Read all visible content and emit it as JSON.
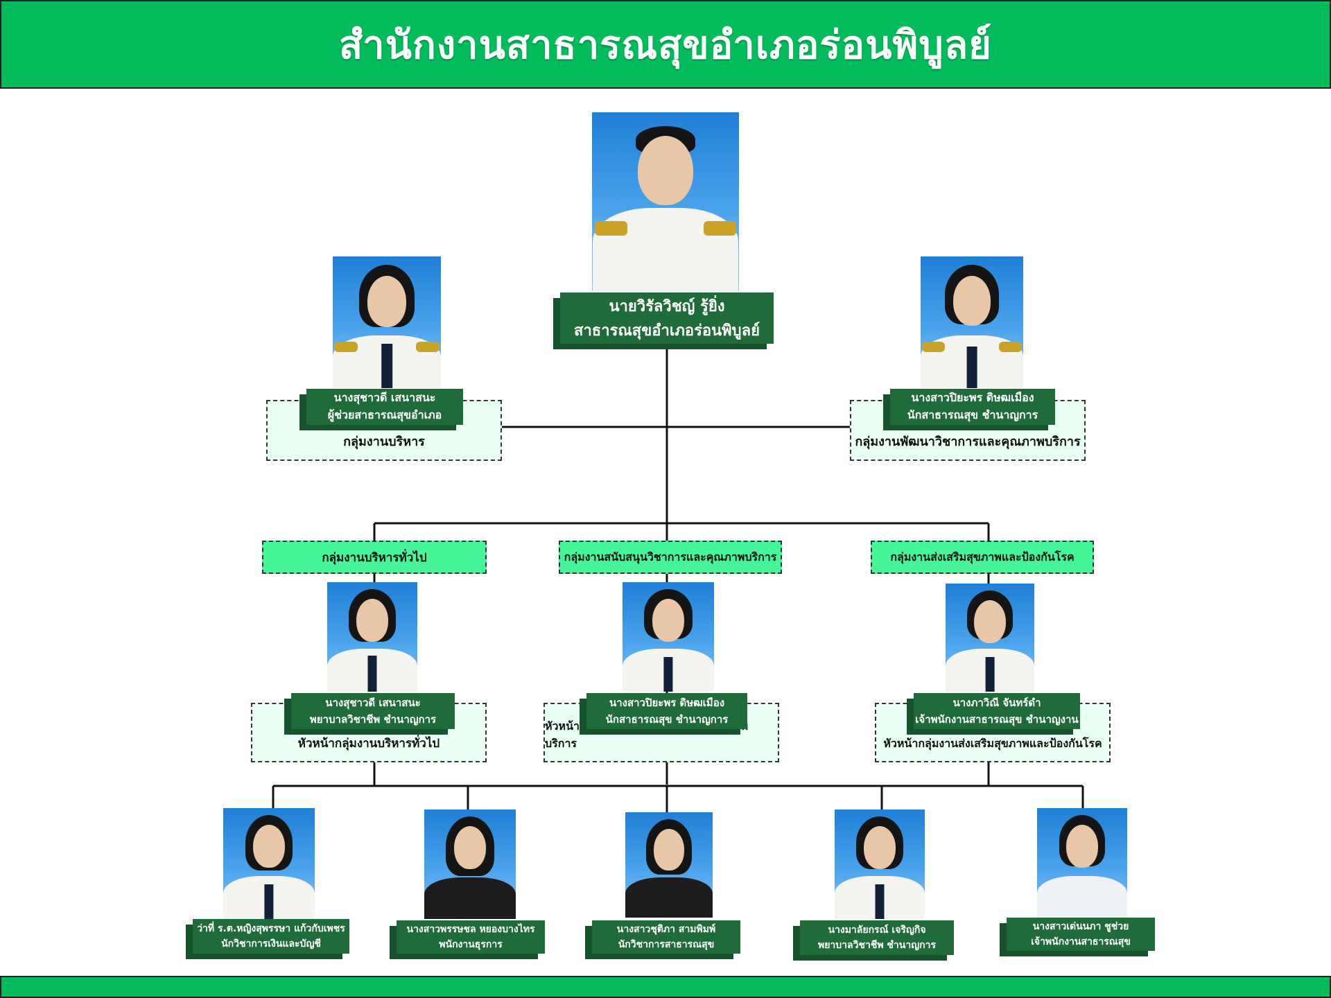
{
  "header": {
    "title": "สำนักงานสาธารณสุขอำเภอร่อนพิบูลย์"
  },
  "director": {
    "name": "นายวิรัลวิชญ์ รู้ยิ่ง",
    "position": "สาธารณสุขอำเภอร่อนพิบูลย์"
  },
  "left_unit": {
    "name": "นางสุชาวดี เสนาสนะ",
    "position": "ผู้ช่วยสาธารณสุขอำเภอ",
    "group": "กลุ่มงานบริหาร"
  },
  "right_unit": {
    "name": "นางสาวปิยะพร ดิษฒเมือง",
    "position": "นักสาธารณสุข ชำนาญการ",
    "group": "กลุ่มงานพัฒนาวิชาการและคุณภาพบริการ"
  },
  "groups": [
    {
      "label": "กลุ่มงานบริหารทั่วไป",
      "name": "นางสุชาวดี เสนาสนะ",
      "position": "พยาบาลวิชาชีพ ชำนาญการ",
      "role": "หัวหน้ากลุ่มงานบริหารทั่วไป"
    },
    {
      "label": "กลุ่มงานสนับสนุนวิชาการและคุณภาพบริการ",
      "name": "นางสาวปิยะพร ดิษฒเมือง",
      "position": "นักสาธารณสุข ชำนาญการ",
      "role": "หัวหน้ากลุ่มงานพัฒนาวิชาการและคุณภาพบริการ"
    },
    {
      "label": "กลุ่มงานส่งเสริมสุขภาพและป้องกันโรค",
      "name": "นางภาวิณี จันทร์ดำ",
      "position": "เจ้าพนักงานสาธารณสุข ชำนาญงาน",
      "role": "หัวหน้ากลุ่มงานส่งเสริมสุขภาพและป้องกันโรค"
    }
  ],
  "staff": [
    {
      "name": "ว่าที่ ร.ต.หญิงสุพรรษา แก้วกับเพชร",
      "position": "นักวิชาการเงินและบัญชี"
    },
    {
      "name": "นางสาวพรรษชล หยองบางไทร",
      "position": "พนักงานธุรการ"
    },
    {
      "name": "นางสาวชุติภา สามพิมพ์",
      "position": "นักวิชาการสาธารณสุข"
    },
    {
      "name": "นางมาลัยกรณ์ เจริญกิจ",
      "position": "พยาบาลวิชาชีพ ชำนาญการ"
    },
    {
      "name": "นางสาวเด่นนภา ชูช่วย",
      "position": "เจ้าพนักงานสาธารณสุข"
    }
  ],
  "colors": {
    "header_green": "#02bc5c",
    "nameplate_green": "#1f6b3a",
    "group_label_green": "#46f59a",
    "box_mint": "#eafff4"
  }
}
